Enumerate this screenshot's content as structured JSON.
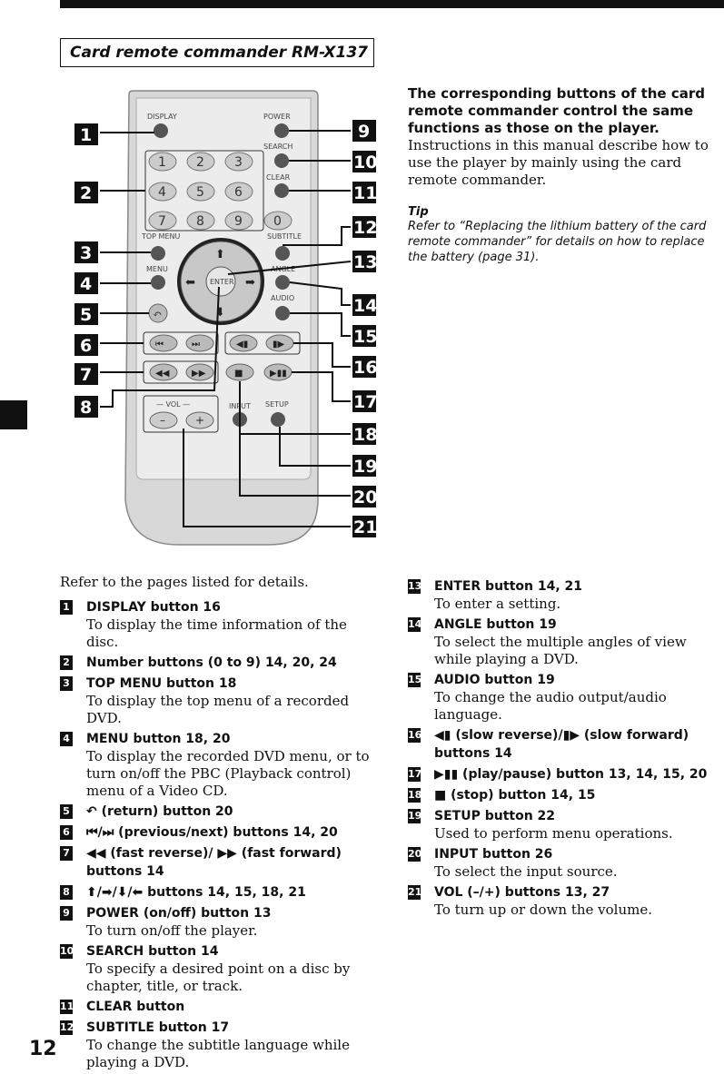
{
  "section_title": "Card remote commander RM-X137",
  "page_number": "12",
  "remote": {
    "labels": {
      "display": "DISPLAY",
      "power": "POWER",
      "search": "SEARCH",
      "clear": "CLEAR",
      "top_menu": "TOP MENU",
      "subtitle": "SUBTITLE",
      "menu": "MENU",
      "angle": "ANGLE",
      "audio": "AUDIO",
      "enter": "ENTER",
      "vol": "— VOL —",
      "input": "INPUT",
      "setup": "SETUP",
      "minus": "–",
      "plus": "+"
    },
    "numbers": [
      "1",
      "2",
      "3",
      "4",
      "5",
      "6",
      "7",
      "8",
      "9",
      "0"
    ],
    "callouts": [
      "1",
      "2",
      "3",
      "4",
      "5",
      "6",
      "7",
      "8",
      "9",
      "10",
      "11",
      "12",
      "13",
      "14",
      "15",
      "16",
      "17",
      "18",
      "19",
      "20",
      "21"
    ]
  },
  "intro": {
    "heading": "The corresponding buttons of the card remote commander control the same functions as those on the player.",
    "body": "Instructions in this manual describe how to use the player by mainly using the card remote commander.",
    "tip_title": "Tip",
    "tip_body": "Refer to “Replacing the lithium battery of the card remote commander” for details on how to replace the battery (page 31)."
  },
  "refer_text": "Refer to the pages listed for details.",
  "items_left": [
    {
      "num": "1",
      "title": "DISPLAY button  16",
      "desc": "To display the time information of the disc."
    },
    {
      "num": "2",
      "title": "Number buttons (0 to 9)  14, 20, 24",
      "desc": ""
    },
    {
      "num": "3",
      "title": "TOP MENU button  18",
      "desc": "To display the top menu of a recorded DVD."
    },
    {
      "num": "4",
      "title": "MENU button  18, 20",
      "desc": "To display the recorded DVD menu, or to turn on/off the PBC (Playback control) menu of a Video CD."
    },
    {
      "num": "5",
      "title": "↶ (return) button  20",
      "desc": ""
    },
    {
      "num": "6",
      "title": "⏮/⏭ (previous/next) buttons  14, 20",
      "desc": ""
    },
    {
      "num": "7",
      "title": "◀◀ (fast reverse)/ ▶▶ (fast forward) buttons  14",
      "desc": ""
    },
    {
      "num": "8",
      "title": "⬆/➡/⬇/⬅ buttons  14, 15, 18, 21",
      "desc": ""
    },
    {
      "num": "9",
      "title": "POWER (on/off) button  13",
      "desc": "To turn on/off the player."
    },
    {
      "num": "10",
      "title": "SEARCH button  14",
      "desc": "To specify a desired point on a disc by chapter, title, or track."
    },
    {
      "num": "11",
      "title": "CLEAR button",
      "desc": ""
    },
    {
      "num": "12",
      "title": "SUBTITLE button  17",
      "desc": "To change the subtitle language while playing a DVD."
    }
  ],
  "items_right": [
    {
      "num": "13",
      "title": "ENTER button  14, 21",
      "desc": "To enter a setting."
    },
    {
      "num": "14",
      "title": "ANGLE button  19",
      "desc": "To select the multiple angles of view while playing a DVD."
    },
    {
      "num": "15",
      "title": "AUDIO button  19",
      "desc": "To change the audio output/audio language."
    },
    {
      "num": "16",
      "title": "◀▮ (slow reverse)/▮▶ (slow forward) buttons  14",
      "desc": ""
    },
    {
      "num": "17",
      "title": "▶▮▮ (play/pause) button  13, 14, 15, 20",
      "desc": ""
    },
    {
      "num": "18",
      "title": "■ (stop) button  14, 15",
      "desc": ""
    },
    {
      "num": "19",
      "title": "SETUP button  22",
      "desc": "Used to perform menu operations."
    },
    {
      "num": "20",
      "title": "INPUT button  26",
      "desc": "To select the input source."
    },
    {
      "num": "21",
      "title": "VOL (–/+) buttons  13, 27",
      "desc": "To turn up or down the volume."
    }
  ]
}
